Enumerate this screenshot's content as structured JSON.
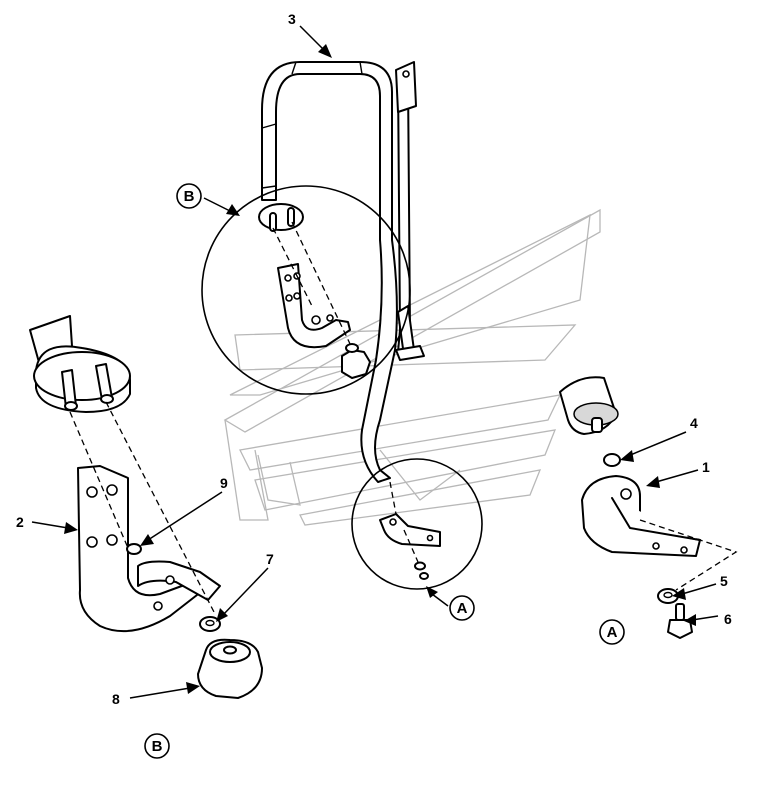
{
  "callouts": {
    "p1": "1",
    "p2": "2",
    "p3": "3",
    "p4": "4",
    "p5": "5",
    "p6": "6",
    "p7": "7",
    "p8": "8",
    "p9": "9"
  },
  "detail_markers": {
    "a_main": "A",
    "a_detail": "A",
    "b_main": "B",
    "b_detail": "B"
  }
}
